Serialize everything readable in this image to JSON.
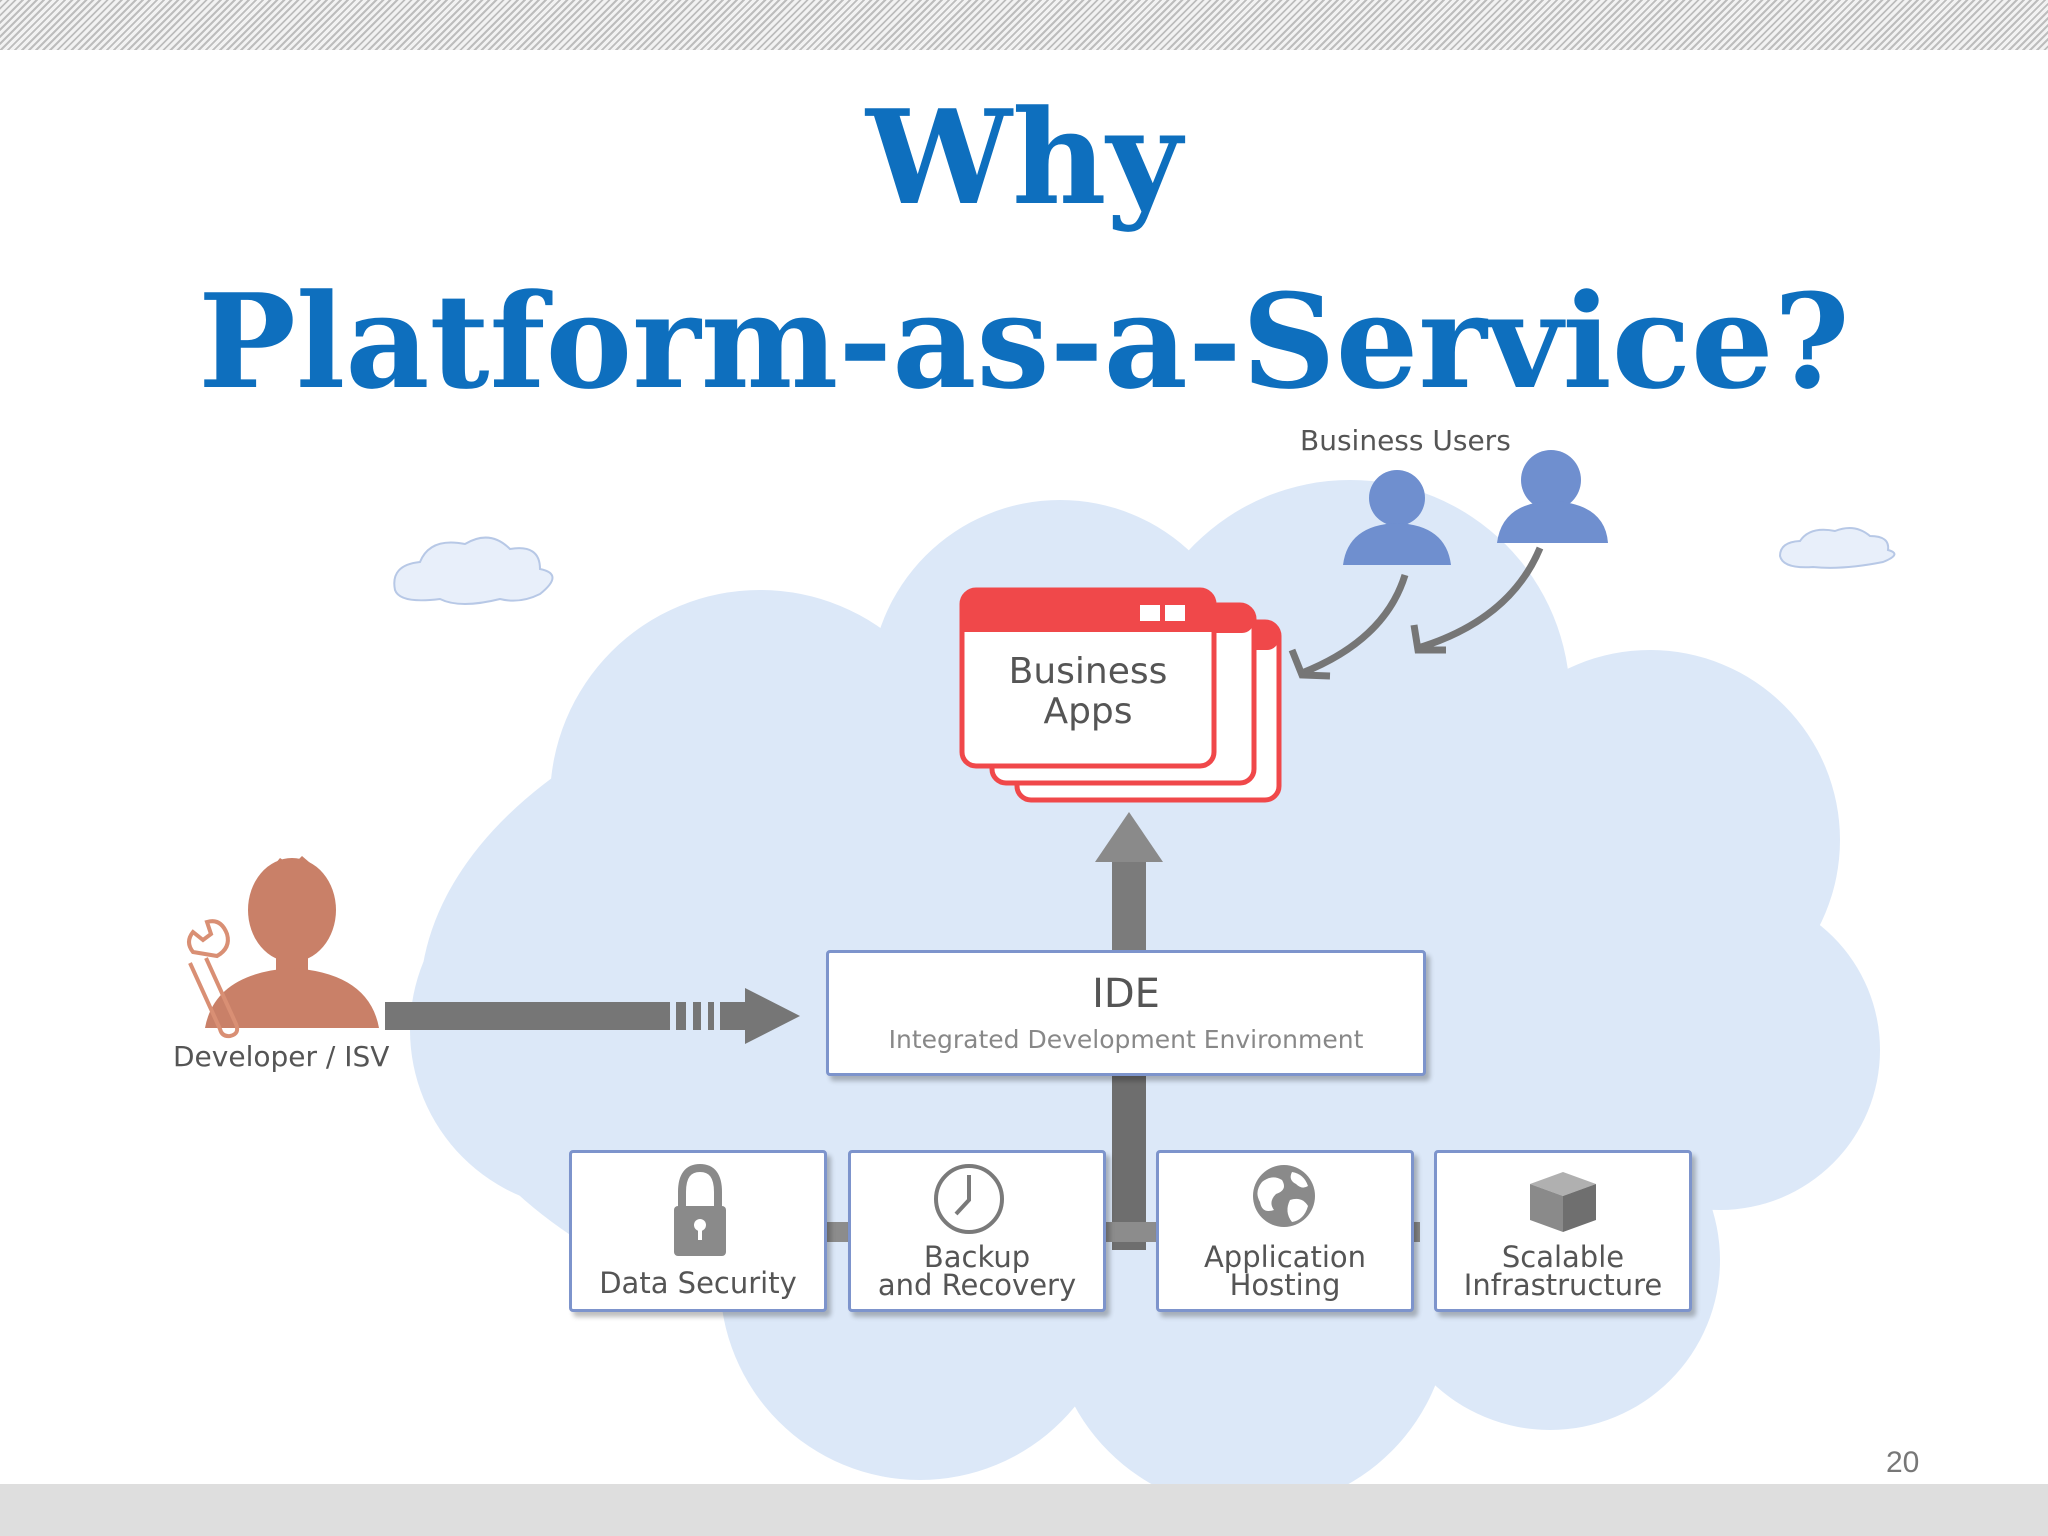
{
  "slide": {
    "title_line1": "Why",
    "title_line2": "Platform-as-a-Service?",
    "page_number": "20"
  },
  "diagram": {
    "business_users_label": "Business Users",
    "business_apps": {
      "line1": "Business",
      "line2": "Apps"
    },
    "developer_label": "Developer / ISV",
    "ide": {
      "title": "IDE",
      "subtitle": "Integrated Development Environment"
    },
    "services": [
      {
        "line1": "",
        "line2": "Data Security",
        "icon": "lock-icon"
      },
      {
        "line1": "Backup",
        "line2": "and Recovery",
        "icon": "clock-icon"
      },
      {
        "line1": "Application",
        "line2": "Hosting",
        "icon": "globe-icon"
      },
      {
        "line1": "Scalable",
        "line2": "Infrastructure",
        "icon": "box-icon"
      }
    ]
  },
  "colors": {
    "title": "#0e6fbe",
    "cloud": "#dce8f8",
    "apps_red": "#f0484a",
    "user_blue": "#6f8fcf",
    "developer_brown": "#c98068",
    "arrow_gray": "#767676"
  }
}
